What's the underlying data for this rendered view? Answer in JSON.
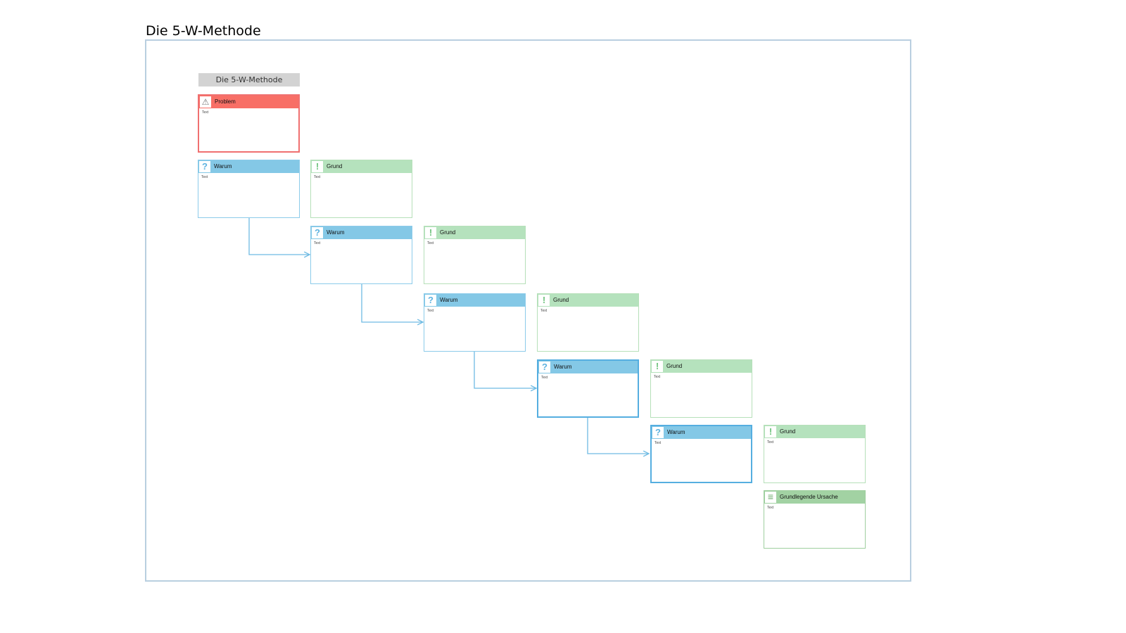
{
  "page": {
    "title": "Die 5-W-Methode"
  },
  "diagram": {
    "header": "Die 5-W-Methode",
    "problem": {
      "label": "Problem",
      "body": "Text",
      "icon": "warning-triangle-icon"
    },
    "rows": [
      {
        "why": {
          "label": "Warum",
          "body": "Text",
          "icon": "question-mark-icon"
        },
        "reason": {
          "label": "Grund",
          "body": "Text",
          "icon": "exclamation-icon"
        }
      },
      {
        "why": {
          "label": "Warum",
          "body": "Text",
          "icon": "question-mark-icon"
        },
        "reason": {
          "label": "Grund",
          "body": "Text",
          "icon": "exclamation-icon"
        }
      },
      {
        "why": {
          "label": "Warum",
          "body": "Text",
          "icon": "question-mark-icon"
        },
        "reason": {
          "label": "Grund",
          "body": "Text",
          "icon": "exclamation-icon"
        }
      },
      {
        "why": {
          "label": "Warum",
          "body": "Text",
          "icon": "question-mark-icon"
        },
        "reason": {
          "label": "Grund",
          "body": "Text",
          "icon": "exclamation-icon"
        }
      },
      {
        "why": {
          "label": "Warum",
          "body": "Text",
          "icon": "question-mark-icon"
        },
        "reason": {
          "label": "Grund",
          "body": "Text",
          "icon": "exclamation-icon"
        }
      }
    ],
    "root_cause": {
      "label": "Grundlegende Ursache",
      "body": "Text",
      "icon": "equals-icon"
    },
    "colors": {
      "problem": "#f86f66",
      "why": "#84c8e6",
      "reason": "#b5e2bd",
      "root_cause": "#a2d2a3",
      "connector": "#6fbbe3"
    }
  }
}
